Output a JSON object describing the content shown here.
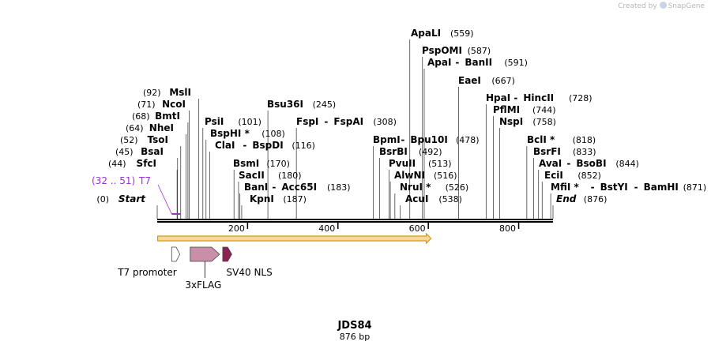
{
  "credit": {
    "created_by": "Created by",
    "brand": "SnapGene"
  },
  "map": {
    "name": "JDS84",
    "length_label": "876 bp",
    "total_bp": 876
  },
  "axis": {
    "ticks": [
      200,
      400,
      600,
      800
    ]
  },
  "colors": {
    "backbone": "#000000",
    "primer": "#9b30d6",
    "orf_fill": "#f7d89c",
    "orf_edge": "#d59b16",
    "t7": "#ffffff",
    "flag": "#c98fa8",
    "nls": "#8b2252"
  },
  "primer": {
    "label": "T7",
    "range": "(32 .. 51)",
    "start": 32,
    "end": 51
  },
  "orf": {
    "start": 1,
    "end": 606
  },
  "features": [
    {
      "id": "t7-promoter",
      "name": "T7 promoter",
      "start": 32,
      "end": 50,
      "color": "#ffffff"
    },
    {
      "id": "3xflag",
      "name": "3xFLAG",
      "start": 73,
      "end": 138,
      "color": "#c98fa8"
    },
    {
      "id": "sv40-nls",
      "name": "SV40 NLS",
      "start": 145,
      "end": 165,
      "color": "#8b2252"
    }
  ],
  "site_rows": [
    {
      "pos": 0,
      "cut": 0,
      "side": "left",
      "names": [
        {
          "t": "Start",
          "italic": true
        }
      ],
      "num": "(0)"
    },
    {
      "pos": 44,
      "cut": 44,
      "side": "left",
      "names": [
        {
          "t": "SfcI"
        }
      ],
      "num": "(44)"
    },
    {
      "pos": 45,
      "cut": 45,
      "side": "left",
      "names": [
        {
          "t": "BsaI"
        }
      ],
      "num": "(45)"
    },
    {
      "pos": 52,
      "cut": 52,
      "side": "left",
      "names": [
        {
          "t": "TsoI"
        }
      ],
      "num": "(52)"
    },
    {
      "pos": 64,
      "cut": 64,
      "side": "left",
      "names": [
        {
          "t": "NheI"
        }
      ],
      "num": "(64)"
    },
    {
      "pos": 68,
      "cut": 68,
      "side": "left",
      "names": [
        {
          "t": "BmtI"
        }
      ],
      "num": "(68)"
    },
    {
      "pos": 71,
      "cut": 71,
      "side": "left",
      "names": [
        {
          "t": "NcoI"
        }
      ],
      "num": "(71)"
    },
    {
      "pos": 92,
      "cut": 92,
      "side": "left",
      "names": [
        {
          "t": "MslI"
        }
      ],
      "num": "(92)"
    },
    {
      "pos": 101,
      "cut": 101,
      "side": "right",
      "names": [
        {
          "t": "PsiI"
        }
      ],
      "num": "(101)"
    },
    {
      "pos": 108,
      "cut": 108,
      "side": "right",
      "names": [
        {
          "t": "BspHI *"
        }
      ],
      "num": "(108)"
    },
    {
      "pos": 116,
      "cut": 116,
      "side": "right",
      "names": [
        {
          "t": "ClaI"
        },
        {
          "t": "BspDI"
        }
      ],
      "num": "(116)"
    },
    {
      "pos": 170,
      "cut": 170,
      "side": "right",
      "names": [
        {
          "t": "BsmI"
        }
      ],
      "num": "(170)"
    },
    {
      "pos": 180,
      "cut": 180,
      "side": "right",
      "names": [
        {
          "t": "SacII"
        }
      ],
      "num": "(180)"
    },
    {
      "pos": 183,
      "cut": 183,
      "side": "right",
      "names": [
        {
          "t": "BanI"
        },
        {
          "t": "Acc65I"
        }
      ],
      "num": "(183)"
    },
    {
      "pos": 187,
      "cut": 187,
      "side": "right",
      "names": [
        {
          "t": "KpnI"
        }
      ],
      "num": "(187)"
    },
    {
      "pos": 245,
      "cut": 245,
      "side": "right",
      "names": [
        {
          "t": "Bsu36I"
        }
      ],
      "num": "(245)"
    },
    {
      "pos": 308,
      "cut": 308,
      "side": "right",
      "names": [
        {
          "t": "FspI"
        },
        {
          "t": "FspAI"
        }
      ],
      "num": "(308)"
    },
    {
      "pos": 478,
      "cut": 478,
      "side": "right",
      "names": [
        {
          "t": "BpmI"
        },
        {
          "t": "Bpu10I"
        }
      ],
      "num": "(478)"
    },
    {
      "pos": 492,
      "cut": 492,
      "side": "right",
      "names": [
        {
          "t": "BsrBI"
        }
      ],
      "num": "(492)"
    },
    {
      "pos": 513,
      "cut": 513,
      "side": "right",
      "names": [
        {
          "t": "PvuII"
        }
      ],
      "num": "(513)"
    },
    {
      "pos": 516,
      "cut": 516,
      "side": "right",
      "names": [
        {
          "t": "AlwNI"
        }
      ],
      "num": "(516)"
    },
    {
      "pos": 526,
      "cut": 526,
      "side": "right",
      "names": [
        {
          "t": "NruI *"
        }
      ],
      "num": "(526)"
    },
    {
      "pos": 538,
      "cut": 538,
      "side": "right",
      "names": [
        {
          "t": "AcuI"
        }
      ],
      "num": "(538)"
    },
    {
      "pos": 559,
      "cut": 559,
      "side": "right",
      "names": [
        {
          "t": "ApaLI"
        }
      ],
      "num": "(559)"
    },
    {
      "pos": 587,
      "cut": 587,
      "side": "right",
      "names": [
        {
          "t": "PspOMI"
        }
      ],
      "num": "(587)"
    },
    {
      "pos": 591,
      "cut": 591,
      "side": "right",
      "names": [
        {
          "t": "ApaI"
        },
        {
          "t": "BanII"
        }
      ],
      "num": "(591)"
    },
    {
      "pos": 667,
      "cut": 667,
      "side": "right",
      "names": [
        {
          "t": "EaeI"
        }
      ],
      "num": "(667)"
    },
    {
      "pos": 728,
      "cut": 728,
      "side": "right",
      "names": [
        {
          "t": "HpaI"
        },
        {
          "t": "HincII"
        }
      ],
      "num": "(728)"
    },
    {
      "pos": 744,
      "cut": 744,
      "side": "right",
      "names": [
        {
          "t": "PflMI"
        }
      ],
      "num": "(744)"
    },
    {
      "pos": 758,
      "cut": 758,
      "side": "right",
      "names": [
        {
          "t": "NspI"
        }
      ],
      "num": "(758)"
    },
    {
      "pos": 818,
      "cut": 818,
      "side": "right",
      "names": [
        {
          "t": "BclI *"
        }
      ],
      "num": "(818)"
    },
    {
      "pos": 833,
      "cut": 833,
      "side": "right",
      "names": [
        {
          "t": "BsrFI"
        }
      ],
      "num": "(833)"
    },
    {
      "pos": 844,
      "cut": 844,
      "side": "right",
      "names": [
        {
          "t": "AvaI"
        },
        {
          "t": "BsoBI"
        }
      ],
      "num": "(844)"
    },
    {
      "pos": 852,
      "cut": 852,
      "side": "right",
      "names": [
        {
          "t": "EciI"
        }
      ],
      "num": "(852)"
    },
    {
      "pos": 871,
      "cut": 871,
      "side": "right",
      "names": [
        {
          "t": "MfiI *"
        },
        {
          "t": "BstYI"
        },
        {
          "t": "BamHI"
        }
      ],
      "num": "(871)"
    },
    {
      "pos": 876,
      "cut": 876,
      "side": "right",
      "names": [
        {
          "t": "End",
          "italic": true
        }
      ],
      "num": "(876)"
    }
  ]
}
